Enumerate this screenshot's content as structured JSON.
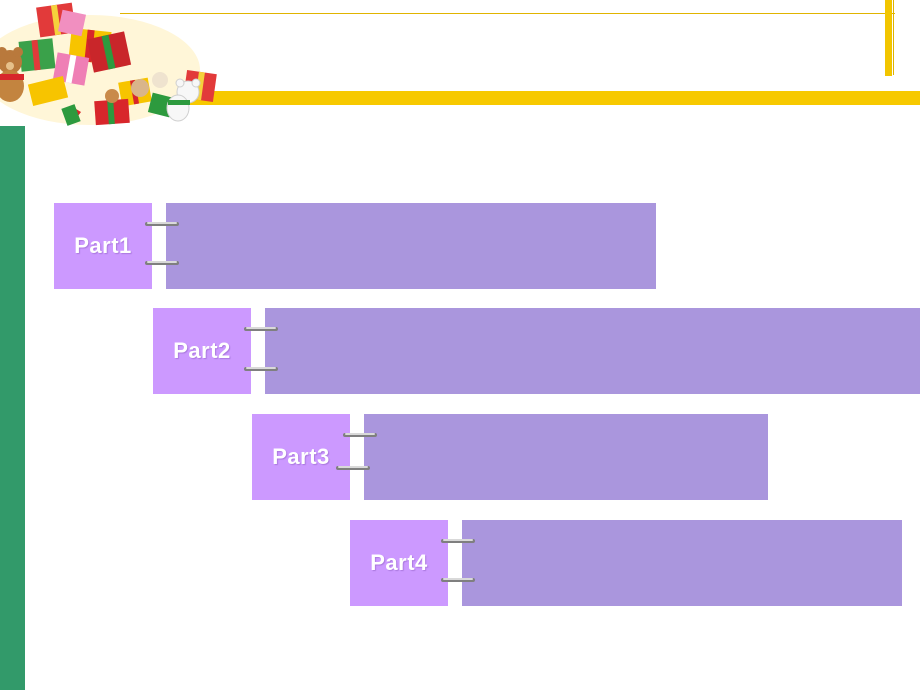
{
  "colors": {
    "tab": "#cc99ff",
    "panel": "#aa96dd",
    "green_strip": "#329a6a",
    "yellow_band": "#f7c900"
  },
  "decoration": {
    "name": "christmas-gifts-teddy-bears-illustration"
  },
  "parts": [
    {
      "label": "Part1"
    },
    {
      "label": "Part2"
    },
    {
      "label": "Part3"
    },
    {
      "label": "Part4"
    }
  ]
}
